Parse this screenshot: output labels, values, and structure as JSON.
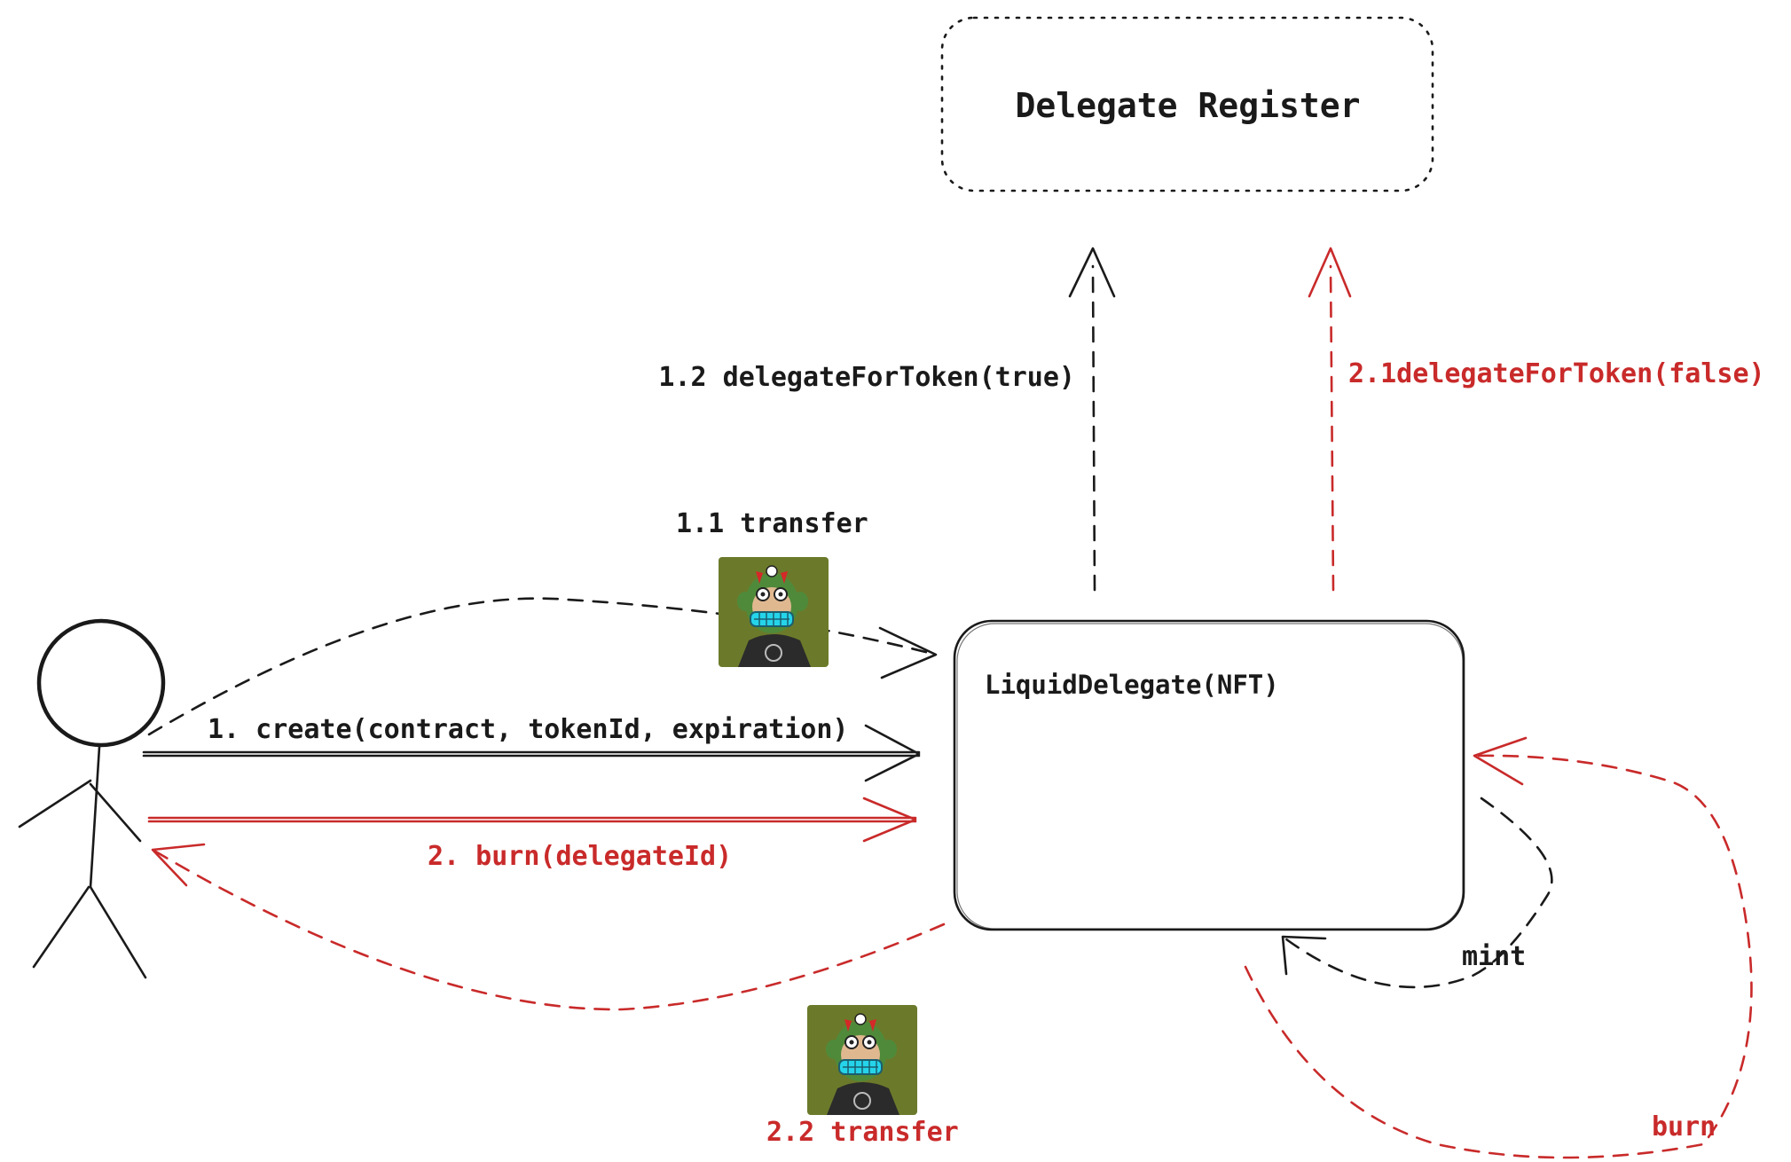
{
  "colors": {
    "black": "#1a1a1a",
    "red": "#c92a2a",
    "nft_background": "#6b7a2a"
  },
  "nodes": {
    "delegate_register": "Delegate Register",
    "liquid_delegate": "LiquidDelegate(NFT)"
  },
  "edges": {
    "create": "1. create(contract, tokenId, expiration)",
    "transfer_in": "1.1 transfer",
    "delegate_true": "1.2 delegateForToken(true)",
    "burn_call": "2. burn(delegateId)",
    "delegate_false": "2.1delegateForToken(false)",
    "transfer_out": "2.2 transfer",
    "mint": "mint",
    "burn": "burn"
  },
  "icons": {
    "actor": "stick-figure-icon",
    "nft": "ape-nft-image-icon"
  }
}
